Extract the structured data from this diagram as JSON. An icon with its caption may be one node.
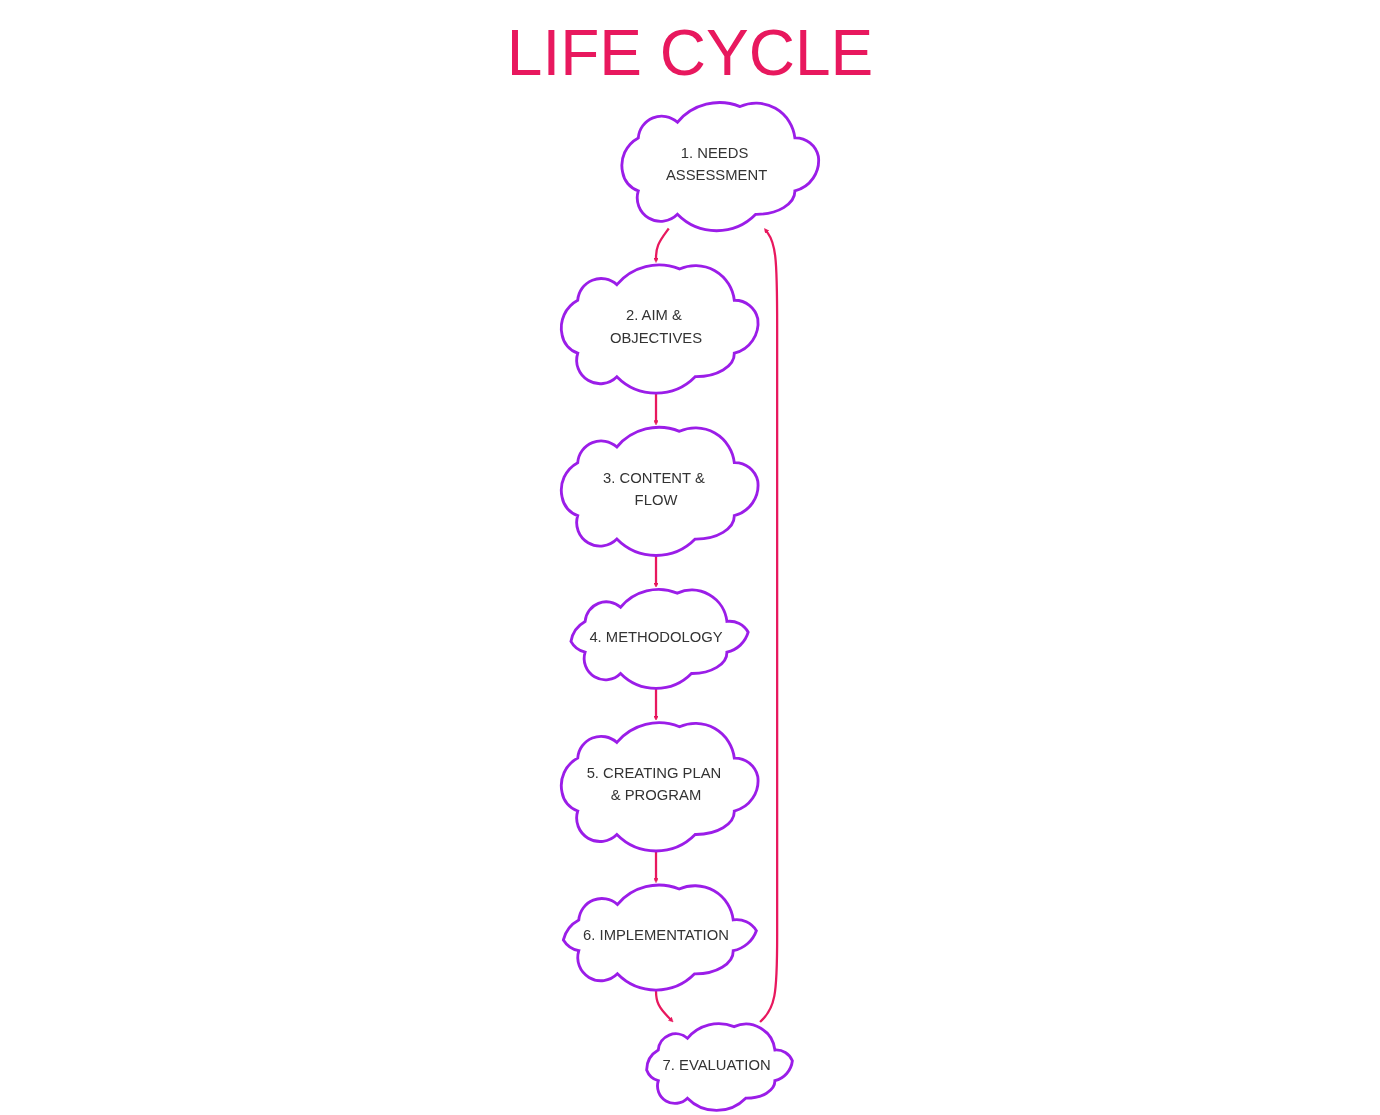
{
  "diagram": {
    "title": "LIFE CYCLE",
    "nodes": [
      {
        "text": [
          "1. NEEDS ASSESSMENT"
        ]
      },
      {
        "text": [
          "2. AIM & OBJECTIVES"
        ]
      },
      {
        "text": [
          "3. CONTENT & FLOW"
        ]
      },
      {
        "text": [
          "4. METHODOLOGY"
        ]
      },
      {
        "text": [
          "5. CREATING PLAN & PROGRAM"
        ]
      },
      {
        "text": [
          "6. IMPLEMENTATION"
        ]
      },
      {
        "text": [
          "7. EVALUATION"
        ]
      }
    ],
    "edges": [
      {
        "from": 6,
        "to": 0,
        "arrow": "to"
      },
      {
        "from": 0,
        "to": 1,
        "arrow": "to"
      },
      {
        "from": 1,
        "to": 2,
        "arrow": "to"
      },
      {
        "from": 2,
        "to": 3,
        "arrow": "to"
      },
      {
        "from": 3,
        "to": 4,
        "arrow": "to"
      },
      {
        "from": 4,
        "to": 5,
        "arrow": "to"
      },
      {
        "from": 5,
        "to": 6,
        "arrow": "to"
      }
    ]
  }
}
